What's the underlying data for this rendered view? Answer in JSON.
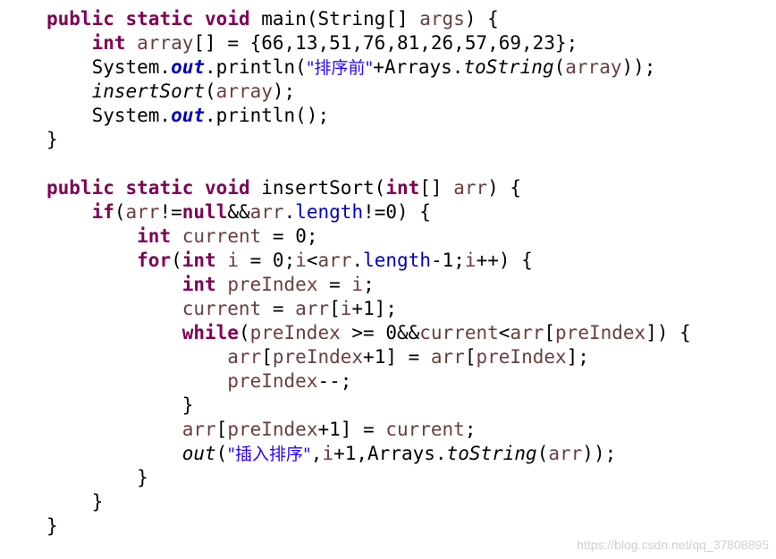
{
  "code_editor": {
    "language": "Java",
    "theme_colors": {
      "keyword": "#7f0055",
      "local_variable": "#6a3e3e",
      "field": "#0000c0",
      "string": "#2a00ff",
      "default": "#000000"
    },
    "lines": [
      [
        [
          "kw",
          "public"
        ],
        [
          "plain",
          " "
        ],
        [
          "kw",
          "static"
        ],
        [
          "plain",
          " "
        ],
        [
          "kw",
          "void"
        ],
        [
          "plain",
          " main(String[] "
        ],
        [
          "var",
          "args"
        ],
        [
          "plain",
          ") {"
        ]
      ],
      [
        [
          "plain",
          "    "
        ],
        [
          "kw",
          "int"
        ],
        [
          "plain",
          " "
        ],
        [
          "var",
          "array"
        ],
        [
          "plain",
          "[] = {66,13,51,76,81,26,57,69,23};"
        ]
      ],
      [
        [
          "plain",
          "    System."
        ],
        [
          "sfld",
          "out"
        ],
        [
          "plain",
          ".println("
        ],
        [
          "str",
          "\"排序前\""
        ],
        [
          "plain",
          "+Arrays."
        ],
        [
          "it",
          "toString"
        ],
        [
          "plain",
          "("
        ],
        [
          "var",
          "array"
        ],
        [
          "plain",
          "));"
        ]
      ],
      [
        [
          "plain",
          "    "
        ],
        [
          "it",
          "insertSort"
        ],
        [
          "plain",
          "("
        ],
        [
          "var",
          "array"
        ],
        [
          "plain",
          ");"
        ]
      ],
      [
        [
          "plain",
          "    System."
        ],
        [
          "sfld",
          "out"
        ],
        [
          "plain",
          ".println();"
        ]
      ],
      [
        [
          "plain",
          "}"
        ]
      ],
      [
        [
          "plain",
          ""
        ]
      ],
      [
        [
          "kw",
          "public"
        ],
        [
          "plain",
          " "
        ],
        [
          "kw",
          "static"
        ],
        [
          "plain",
          " "
        ],
        [
          "kw",
          "void"
        ],
        [
          "plain",
          " insertSort("
        ],
        [
          "kw",
          "int"
        ],
        [
          "plain",
          "[] "
        ],
        [
          "var",
          "arr"
        ],
        [
          "plain",
          ") {"
        ]
      ],
      [
        [
          "plain",
          "    "
        ],
        [
          "kw",
          "if"
        ],
        [
          "plain",
          "("
        ],
        [
          "var",
          "arr"
        ],
        [
          "plain",
          "!="
        ],
        [
          "kw",
          "null"
        ],
        [
          "plain",
          "&&"
        ],
        [
          "var",
          "arr"
        ],
        [
          "plain",
          "."
        ],
        [
          "fld",
          "length"
        ],
        [
          "plain",
          "!=0) {"
        ]
      ],
      [
        [
          "plain",
          "        "
        ],
        [
          "kw",
          "int"
        ],
        [
          "plain",
          " "
        ],
        [
          "var",
          "current"
        ],
        [
          "plain",
          " = 0;"
        ]
      ],
      [
        [
          "plain",
          "        "
        ],
        [
          "kw",
          "for"
        ],
        [
          "plain",
          "("
        ],
        [
          "kw",
          "int"
        ],
        [
          "plain",
          " "
        ],
        [
          "var",
          "i"
        ],
        [
          "plain",
          " = 0;"
        ],
        [
          "var",
          "i"
        ],
        [
          "plain",
          "<"
        ],
        [
          "var",
          "arr"
        ],
        [
          "plain",
          "."
        ],
        [
          "fld",
          "length"
        ],
        [
          "plain",
          "-1;"
        ],
        [
          "var",
          "i"
        ],
        [
          "plain",
          "++) {"
        ]
      ],
      [
        [
          "plain",
          "            "
        ],
        [
          "kw",
          "int"
        ],
        [
          "plain",
          " "
        ],
        [
          "var",
          "preIndex"
        ],
        [
          "plain",
          " = "
        ],
        [
          "var",
          "i"
        ],
        [
          "plain",
          ";"
        ]
      ],
      [
        [
          "plain",
          "            "
        ],
        [
          "var",
          "current"
        ],
        [
          "plain",
          " = "
        ],
        [
          "var",
          "arr"
        ],
        [
          "plain",
          "["
        ],
        [
          "var",
          "i"
        ],
        [
          "plain",
          "+1];"
        ]
      ],
      [
        [
          "plain",
          "            "
        ],
        [
          "kw",
          "while"
        ],
        [
          "plain",
          "("
        ],
        [
          "var",
          "preIndex"
        ],
        [
          "plain",
          " >= 0&&"
        ],
        [
          "var",
          "current"
        ],
        [
          "plain",
          "<"
        ],
        [
          "var",
          "arr"
        ],
        [
          "plain",
          "["
        ],
        [
          "var",
          "preIndex"
        ],
        [
          "plain",
          "]) {"
        ]
      ],
      [
        [
          "plain",
          "                "
        ],
        [
          "var",
          "arr"
        ],
        [
          "plain",
          "["
        ],
        [
          "var",
          "preIndex"
        ],
        [
          "plain",
          "+1] = "
        ],
        [
          "var",
          "arr"
        ],
        [
          "plain",
          "["
        ],
        [
          "var",
          "preIndex"
        ],
        [
          "plain",
          "];"
        ]
      ],
      [
        [
          "plain",
          "                "
        ],
        [
          "var",
          "preIndex"
        ],
        [
          "plain",
          "--;"
        ]
      ],
      [
        [
          "plain",
          "            }"
        ]
      ],
      [
        [
          "plain",
          "            "
        ],
        [
          "var",
          "arr"
        ],
        [
          "plain",
          "["
        ],
        [
          "var",
          "preIndex"
        ],
        [
          "plain",
          "+1] = "
        ],
        [
          "var",
          "current"
        ],
        [
          "plain",
          ";"
        ]
      ],
      [
        [
          "plain",
          "            "
        ],
        [
          "it",
          "out"
        ],
        [
          "plain",
          "("
        ],
        [
          "str",
          "\"插入排序\""
        ],
        [
          "plain",
          ","
        ],
        [
          "var",
          "i"
        ],
        [
          "plain",
          "+1,Arrays."
        ],
        [
          "it",
          "toString"
        ],
        [
          "plain",
          "("
        ],
        [
          "var",
          "arr"
        ],
        [
          "plain",
          "));"
        ]
      ],
      [
        [
          "plain",
          "        }"
        ]
      ],
      [
        [
          "plain",
          "    }"
        ]
      ],
      [
        [
          "plain",
          "}"
        ]
      ]
    ]
  },
  "watermark": "https://blog.csdn.net/qq_37808895"
}
